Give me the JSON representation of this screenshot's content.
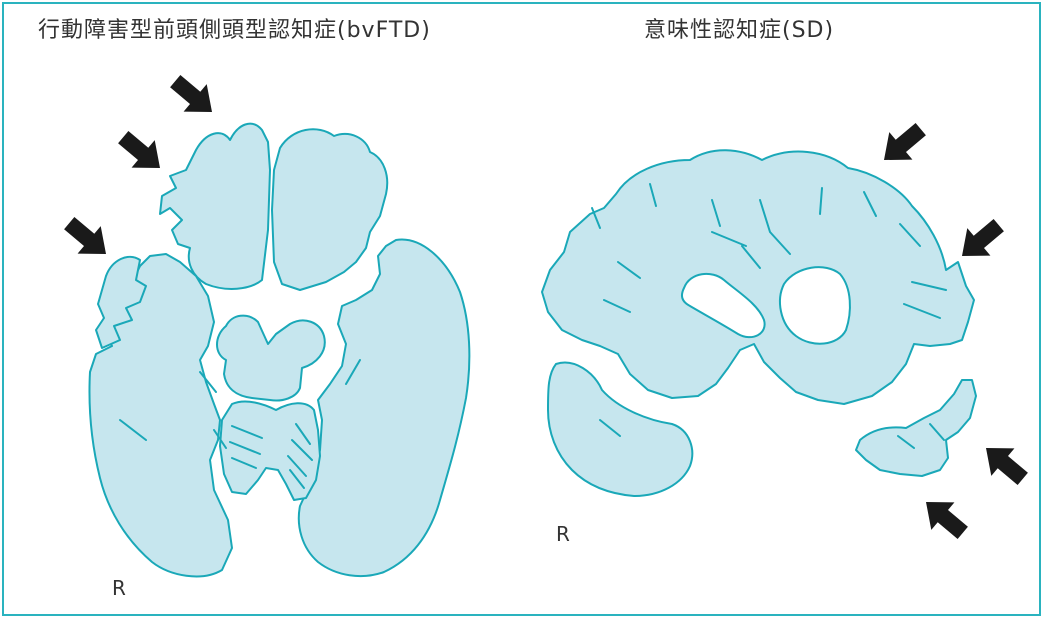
{
  "panels": {
    "left": {
      "title": "行動障害型前頭側頭型認知症(bvFTD)",
      "side_label": "R"
    },
    "right": {
      "title": "意味性認知症(SD)",
      "side_label": "R"
    }
  },
  "colors": {
    "frame": "#2ab3bf",
    "brain_fill": "#c6e6ee",
    "brain_outline": "#1aa8b8",
    "arrow": "#1a1a1a",
    "text": "#333333"
  }
}
